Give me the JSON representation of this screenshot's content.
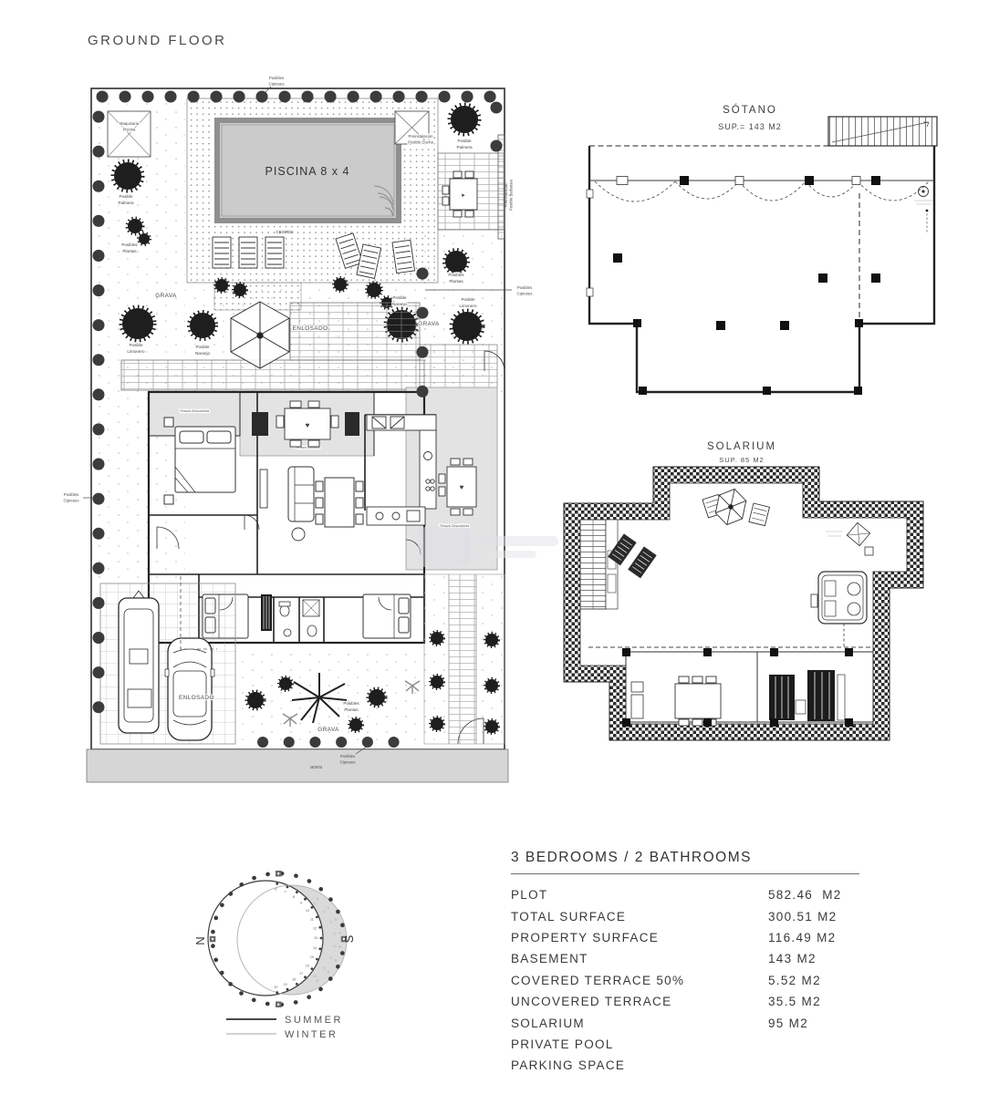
{
  "page": {
    "title": "GROUND FLOOR"
  },
  "ground_plan": {
    "pool": "PISCINA 8 x 4",
    "cesped": "CESPED",
    "grava": "GRAVA",
    "enlosado": "ENLOSADO",
    "acera": "acera",
    "labels": {
      "maquinaria": [
        "Maquinaria",
        "Piscina"
      ],
      "palmera": [
        "Posible",
        "Palmera"
      ],
      "plantas": [
        "Posibles",
        "Plantas"
      ],
      "limonero": [
        "Posible",
        "Limonero"
      ],
      "naranjo": [
        "Posible",
        "Naranjo"
      ],
      "cipreses": [
        "Posibles",
        "Cipreses"
      ],
      "ducha": [
        "Preinstalación",
        "Posible Ducha"
      ],
      "barbacoa": [
        "Preinstalación",
        "Posible Barbacoa"
      ],
      "terraza_descubierta": "Terraza Descubierta",
      "terraza_cubierta": "Terraza Cubierta"
    }
  },
  "sotano": {
    "title": "SÓTANO",
    "sup": "SUP.= 143 M2"
  },
  "solarium": {
    "title": "SOLARIUM",
    "sup": "SUP. 85 M2"
  },
  "compass": {
    "north": "N",
    "south": "S",
    "legend": {
      "summer": "SUMMER",
      "winter": "WINTER"
    },
    "summer_hours": [
      "6",
      "7",
      "8",
      "9",
      "10",
      "11",
      "12",
      "13",
      "14",
      "15",
      "16",
      "17",
      "18",
      "19",
      "20"
    ],
    "winter_hours": [
      "9",
      "10",
      "11",
      "12",
      "13",
      "14",
      "15",
      "16"
    ]
  },
  "specs": {
    "header": "3 BEDROOMS / 2 BATHROOMS",
    "rows": [
      {
        "label": "PLOT",
        "value": "582.46  M2"
      },
      {
        "label": "TOTAL SURFACE",
        "value": "300.51 M2"
      },
      {
        "label": "PROPERTY SURFACE",
        "value": "116.49 M2"
      },
      {
        "label": "BASEMENT",
        "value": "143 M2"
      },
      {
        "label": "COVERED TERRACE 50%",
        "value": "5.52 M2"
      },
      {
        "label": "UNCOVERED TERRACE",
        "value": "35.5 M2"
      },
      {
        "label": "SOLARIUM",
        "value": "95 M2"
      },
      {
        "label": "PRIVATE POOL",
        "value": ""
      },
      {
        "label": "PARKING SPACE",
        "value": ""
      }
    ]
  }
}
